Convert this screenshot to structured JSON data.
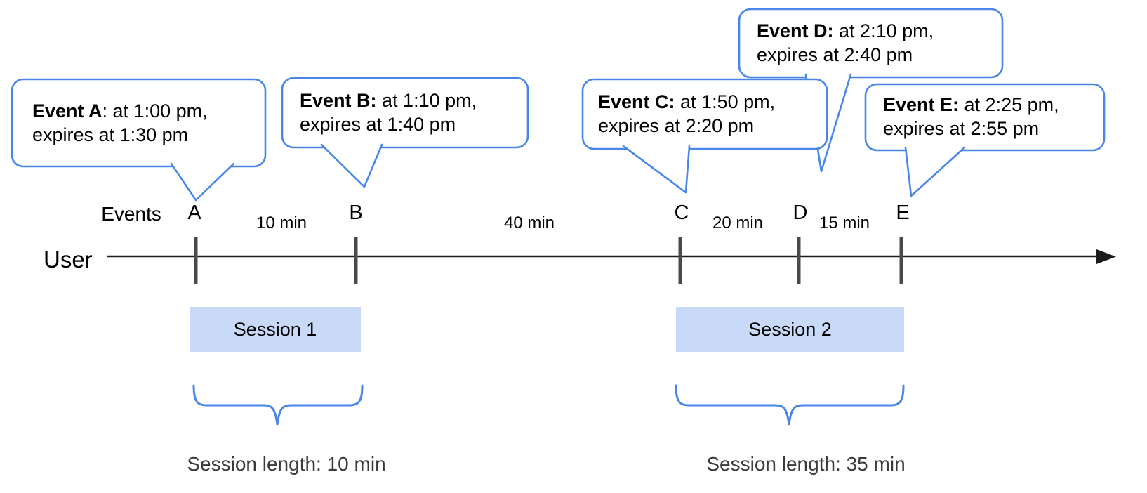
{
  "colors": {
    "accent": "#4a86e8",
    "session_fill": "#c9daf8",
    "tick": "#4a4a4a",
    "line": "#1c1c1c",
    "muted_text": "#3a3a3a"
  },
  "axis": {
    "events_label": "Events",
    "user_label": "User"
  },
  "events": [
    {
      "label": "A",
      "callout_bold": "Event A",
      "callout_rest": ": at 1:00 pm,",
      "callout_line2": "expires at 1:30 pm"
    },
    {
      "label": "B",
      "callout_bold": "Event B:",
      "callout_rest": " at 1:10 pm,",
      "callout_line2": "expires at 1:40 pm"
    },
    {
      "label": "C",
      "callout_bold": "Event C:",
      "callout_rest": " at 1:50 pm,",
      "callout_line2": "expires at 2:20 pm"
    },
    {
      "label": "D",
      "callout_bold": "Event D:",
      "callout_rest": " at 2:10 pm,",
      "callout_line2": "expires at 2:40 pm"
    },
    {
      "label": "E",
      "callout_bold": "Event E:",
      "callout_rest": " at 2:25 pm,",
      "callout_line2": "expires at 2:55 pm"
    }
  ],
  "gaps": [
    {
      "label": "10 min"
    },
    {
      "label": "40 min"
    },
    {
      "label": "20 min"
    },
    {
      "label": "15 min"
    }
  ],
  "sessions": [
    {
      "label": "Session 1",
      "length_label": "Session length: 10 min"
    },
    {
      "label": "Session 2",
      "length_label": "Session length: 35 min"
    }
  ]
}
